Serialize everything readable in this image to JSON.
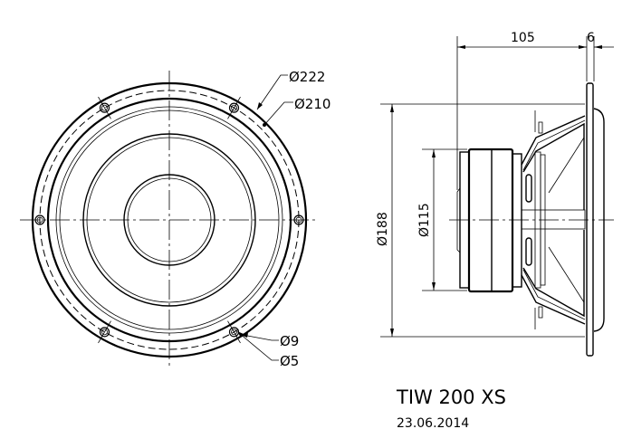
{
  "title": "TIW 200 XS",
  "date": "23.06.2014",
  "front_view": {
    "dimensions": {
      "outer_diameter": "Ø222",
      "bolt_circle": "Ø210",
      "hole_outer": "Ø9",
      "hole_inner": "Ø5"
    }
  },
  "side_view": {
    "dimensions": {
      "depth": "105",
      "flange_thickness": "6",
      "cutout_diameter": "Ø188",
      "magnet_diameter": "Ø115"
    }
  }
}
